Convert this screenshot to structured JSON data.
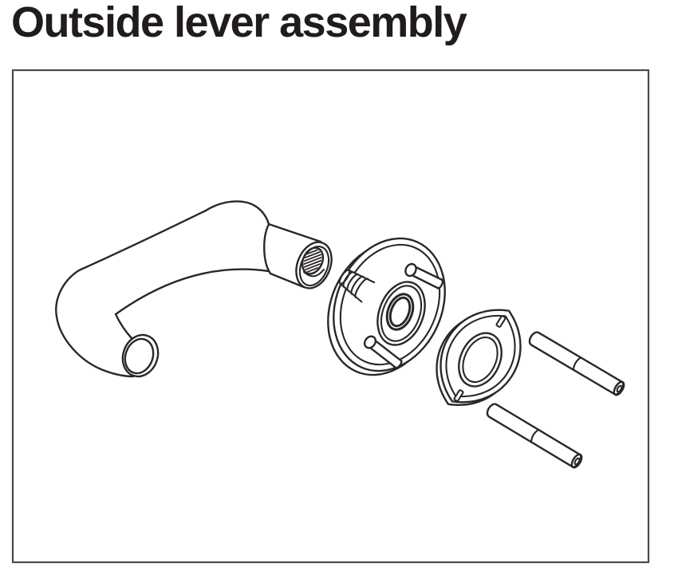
{
  "title": {
    "text": "Outside lever assembly"
  },
  "colors": {
    "line": "#2b2725",
    "title": "#201c1d",
    "border": "#4d4a48",
    "background": "#ffffff"
  },
  "figure": {
    "kind": "exploded-view line drawing",
    "parts": [
      "lever handle",
      "lever hub threaded socket",
      "threaded spindle",
      "rose plate",
      "rose mounting post (top)",
      "rose mounting post (bottom)",
      "gasket plate",
      "through-bolt (top)",
      "through-bolt (bottom)"
    ]
  }
}
